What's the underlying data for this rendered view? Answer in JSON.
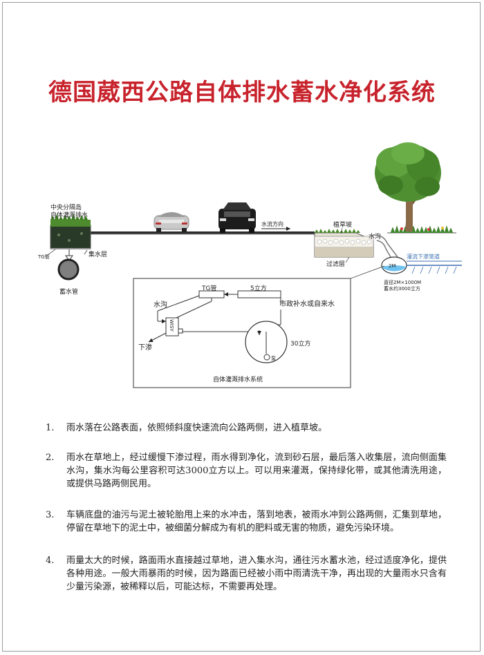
{
  "title": "德国葳西公路自体排水蓄水净化系统",
  "labels": {
    "median": "中央分隔岛",
    "median_drain": "自体灌溉排水",
    "tg_pipe_small": "TG管",
    "collect_layer": "集水层",
    "storage_pipe": "蓄水管",
    "flow_dir": "水流方向",
    "grass_slope": "植草坡",
    "ditch": "水沟",
    "filter_layer": "过滤层",
    "seep_pipe": "灌流下渗笼道",
    "tank_spec1": "直径2M×1000M",
    "tank_spec2": "蓄水约3000立方",
    "tank_2m": "2M"
  },
  "schematic": {
    "tg_pipe": "TG管",
    "five_cubic": "5立方",
    "ditch": "水沟",
    "supply": "市政补水或自来水",
    "wisy": "WISY",
    "seep": "下渗",
    "thirty_cubic": "30立方",
    "pump": "泵",
    "caption": "自体灌溉排水系统"
  },
  "notes": [
    {
      "num": "1.",
      "text": "雨水落在公路表面，依照倾斜度快速流向公路两侧，进入植草坡。"
    },
    {
      "num": "2.",
      "text": "雨水在草地上，经过缓慢下渗过程，雨水得到净化，流到砂石层，最后落入收集层，流向侧面集水沟，集水沟每公里容积可达3000立方以上。可以用来灌溉，保持绿化带，或其他清洗用途， 或提供马路两侧民用。"
    },
    {
      "num": "3.",
      "text": "车辆底盘的油污与泥土被轮胎甩上来的水冲击，落到地表，被雨水冲到公路两侧，汇集到草地，停留在草地下的泥土中，被细菌分解成为有机的肥料或无害的物质，避免污染环境。"
    },
    {
      "num": "4.",
      "text": "雨量太大的时候，路面雨水直接越过草地，进入集水沟，通往污水蓄水池，经过适度净化，提供各种用途。一般大雨暴雨的时候，因为路面已经被小雨中雨清洗干净，再出现的大量雨水只含有少量污染源，被稀释以后，可能达标，不需要再处理。"
    }
  ]
}
